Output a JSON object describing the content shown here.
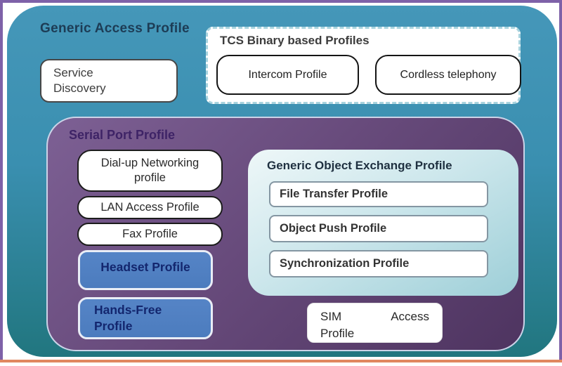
{
  "gap": {
    "title": "Generic Access Profile",
    "service_discovery": "Service\nDiscovery"
  },
  "tcs": {
    "title": "TCS Binary based Profiles",
    "items": [
      {
        "label": "Intercom Profile"
      },
      {
        "label": "Cordless telephony"
      }
    ]
  },
  "spp": {
    "title": "Serial Port Profile",
    "items": [
      {
        "label": "Dial-up Networking\nprofile"
      },
      {
        "label": "LAN Access Profile"
      },
      {
        "label": "Fax Profile"
      },
      {
        "label": "Headset Profile"
      },
      {
        "label": "Hands-Free\nProfile"
      }
    ]
  },
  "goep": {
    "title": "Generic Object Exchange Profile",
    "items": [
      {
        "label": "File Transfer Profile"
      },
      {
        "label": "Object Push Profile"
      },
      {
        "label": "Synchronization Profile"
      }
    ]
  },
  "sim": {
    "word1": "SIM",
    "word2": "Access",
    "word3": "Profile"
  },
  "colors": {
    "frame_purple": "#7e61a8",
    "bottom_orange": "#e0875f",
    "teal_top": "#4597b9",
    "teal_bottom": "#21767f",
    "purple_light": "#7d6094",
    "purple_dark": "#4e3460",
    "blue_box": "#4c7cbe",
    "blue_text": "#13266e",
    "gap_title_color": "#1d3c55",
    "spp_title_color": "#3e2366"
  }
}
